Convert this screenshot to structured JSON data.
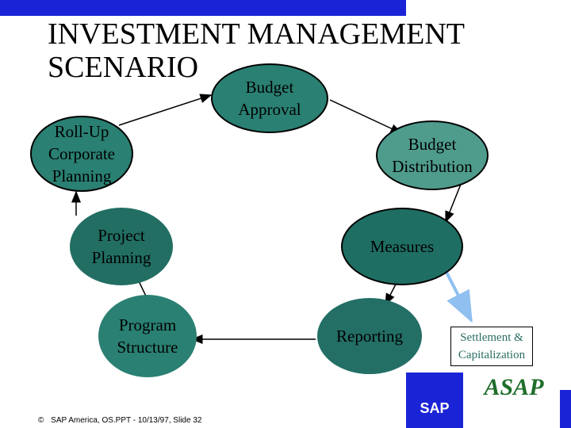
{
  "title": {
    "line1": "INVESTMENT MANAGEMENT",
    "line2": "SCENARIO"
  },
  "nodes": {
    "budget_approval": {
      "line1": "Budget",
      "line2": "Approval"
    },
    "budget_distribution": {
      "line1": "Budget",
      "line2": "Distribution"
    },
    "measures": {
      "label": "Measures"
    },
    "reporting": {
      "label": "Reporting"
    },
    "program_structure": {
      "line1": "Program",
      "line2": "Structure"
    },
    "project_planning": {
      "line1": "Project",
      "line2": "Planning"
    },
    "rollup_planning": {
      "line1": "Roll-Up",
      "line2": "Corporate",
      "line3": "Planning"
    },
    "settlement": {
      "line1": "Settlement &",
      "line2": "Capitalization"
    }
  },
  "footer": {
    "text": "SAP America, OS.PPT - 10/13/97, Slide 32",
    "copyright": "©"
  },
  "logos": {
    "sap": "SAP",
    "asap": "ASAP"
  },
  "colors": {
    "top_bar": "#1a24d6",
    "node_fill": "#2a8072",
    "highlight_arrow": "#8fc0f0"
  }
}
